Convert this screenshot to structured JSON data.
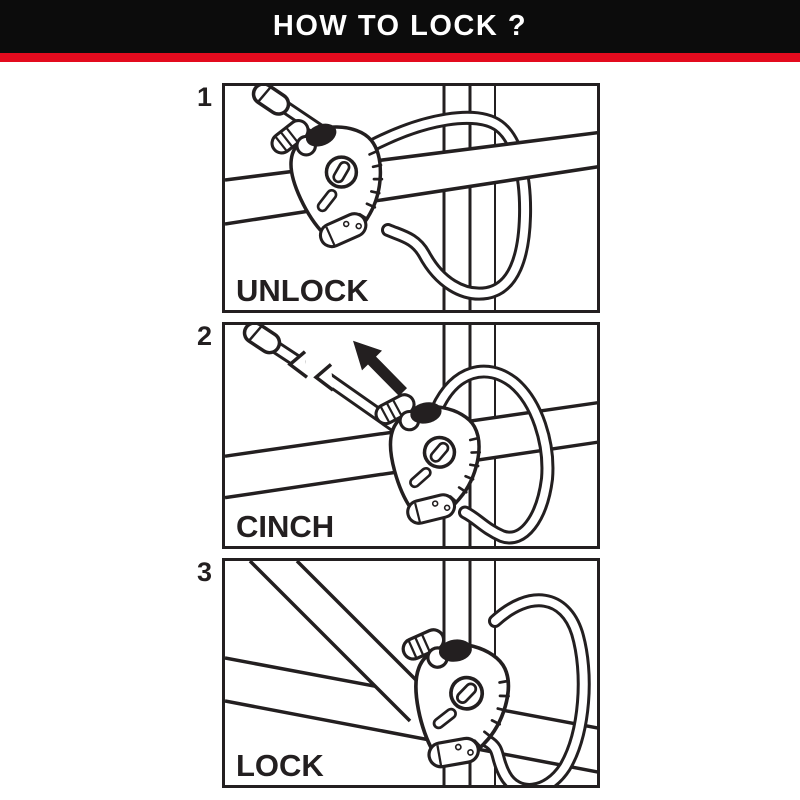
{
  "header": {
    "title": "HOW TO LOCK ?"
  },
  "theme": {
    "banner_bg": "#0c0c0c",
    "banner_text": "#ffffff",
    "accent_red": "#e30b1e",
    "line_art": "#231f20",
    "background": "#ffffff"
  },
  "steps": [
    {
      "number": "1",
      "caption": "UNLOCK",
      "illustration": "cable-lock-open-on-frame-loose-cable-end"
    },
    {
      "number": "2",
      "caption": "CINCH",
      "illustration": "cable-pulled-tight-black-arrow-up-left"
    },
    {
      "number": "3",
      "caption": "LOCK",
      "illustration": "lock-cinched-around-frame-and-rack"
    }
  ]
}
